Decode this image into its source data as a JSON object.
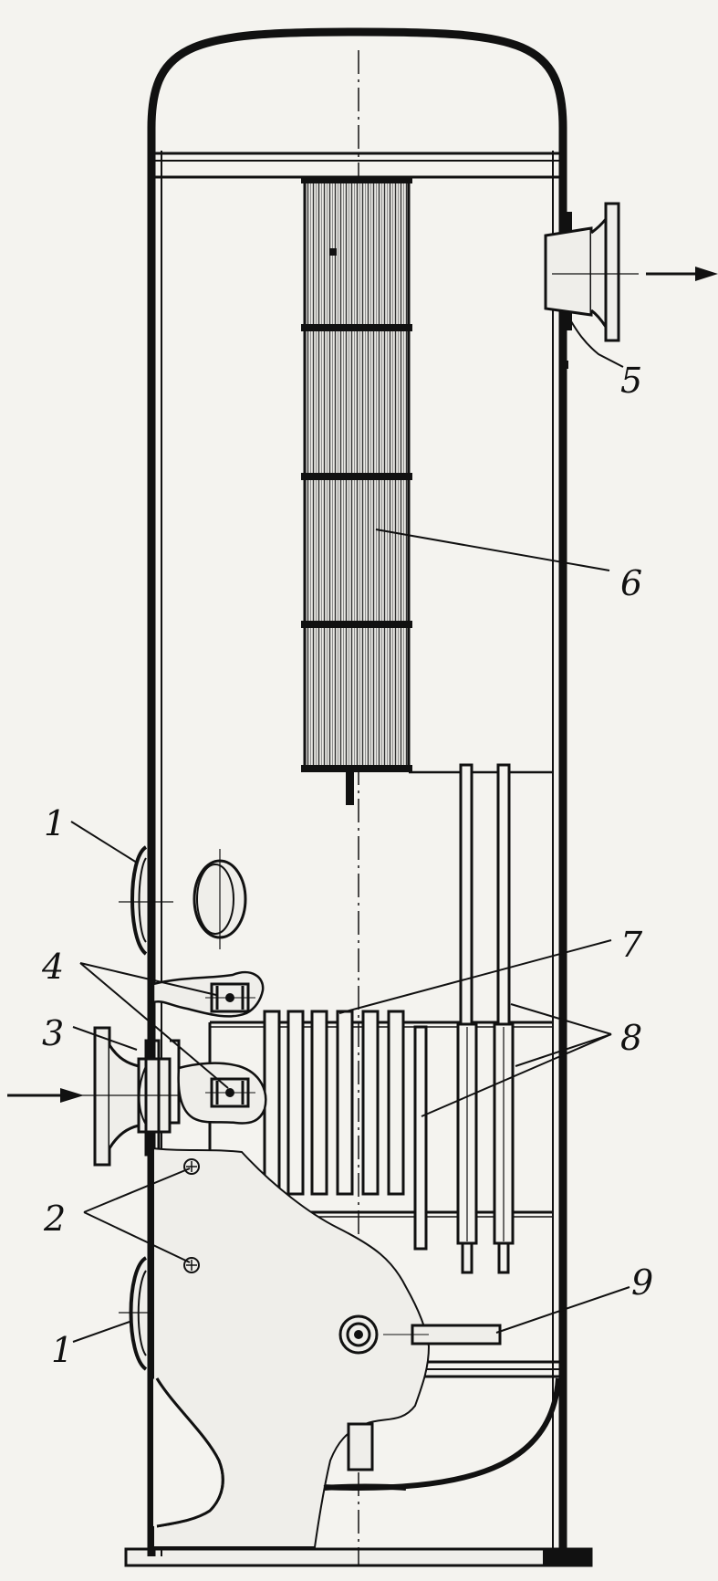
{
  "labels": {
    "l1a": "1",
    "l1b": "1",
    "l2": "2",
    "l3": "3",
    "l4": "4",
    "l5": "5",
    "l6": "6",
    "l7": "7",
    "l8": "8",
    "l9": "9"
  },
  "colors": {
    "ink": "#111111",
    "paper": "#f4f3ef",
    "fill_light": "#efeeea"
  },
  "icons": {
    "inlet": "arrow-right-icon",
    "outlet": "arrow-right-icon"
  }
}
